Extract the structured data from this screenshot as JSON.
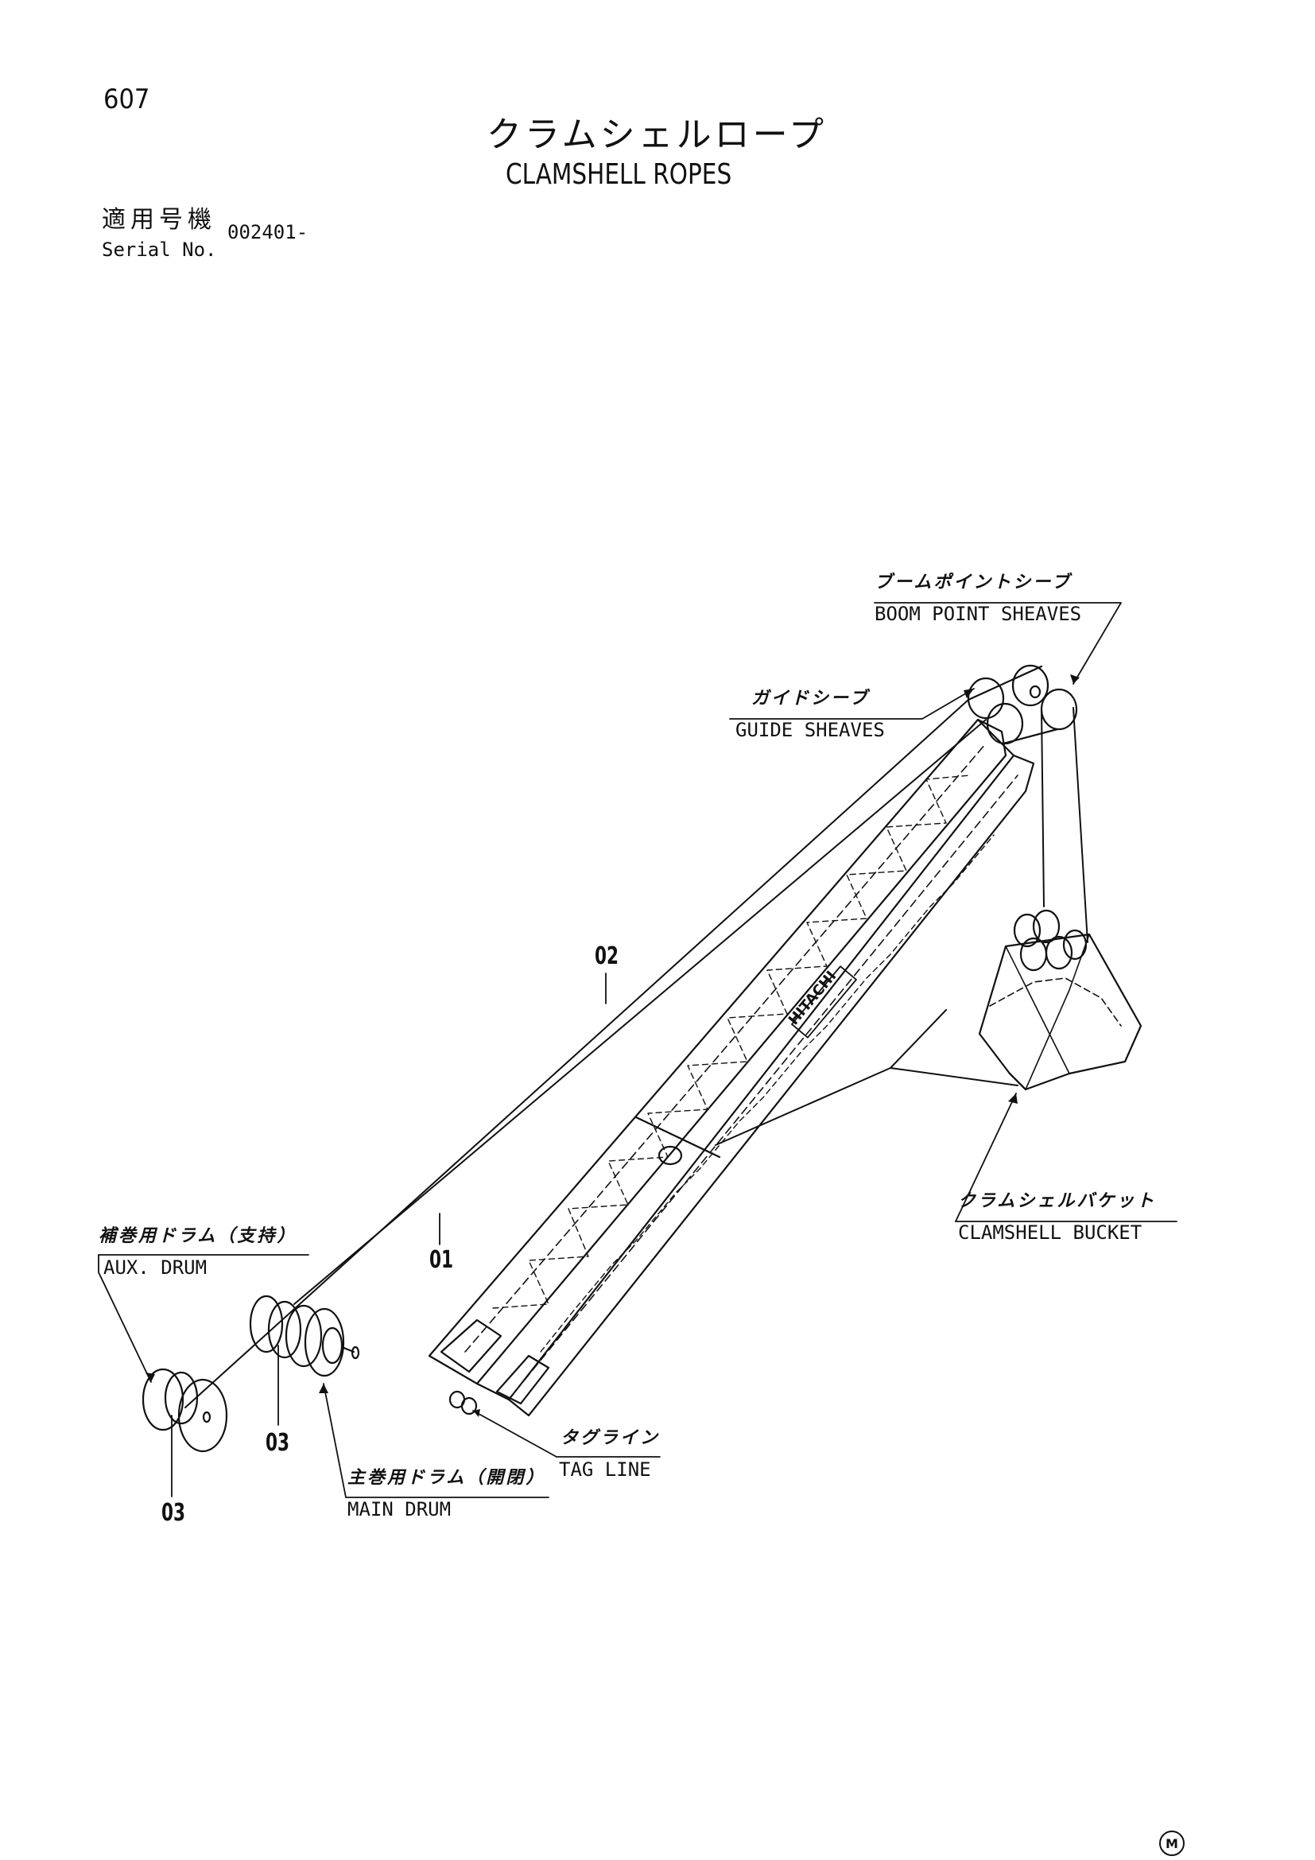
{
  "page_number": "607",
  "title_jp": "クラムシェルロープ",
  "title_en": "CLAMSHELL ROPES",
  "serial": {
    "label_jp": "適用号機",
    "label_en": "Serial No.",
    "value": "002401-"
  },
  "labels": {
    "boom_point_sheaves_jp": "ブームポイントシーブ",
    "boom_point_sheaves_en": "BOOM POINT SHEAVES",
    "guide_sheaves_jp": "ガイドシーブ",
    "guide_sheaves_en": "GUIDE SHEAVES",
    "clamshell_bucket_jp": "クラムシェルバケット",
    "clamshell_bucket_en": "CLAMSHELL BUCKET",
    "aux_drum_jp": "補巻用ドラム（支持）",
    "aux_drum_en": "AUX. DRUM",
    "main_drum_jp": "主巻用ドラム（開閉）",
    "main_drum_en": "MAIN DRUM",
    "tag_line_jp": "タグライン",
    "tag_line_en": "TAG LINE"
  },
  "part_numbers": {
    "p01": "01",
    "p02": "02",
    "p03_main": "03",
    "p03_aux": "03"
  },
  "boom_logo": "HITACHI",
  "footer_mark": "M"
}
